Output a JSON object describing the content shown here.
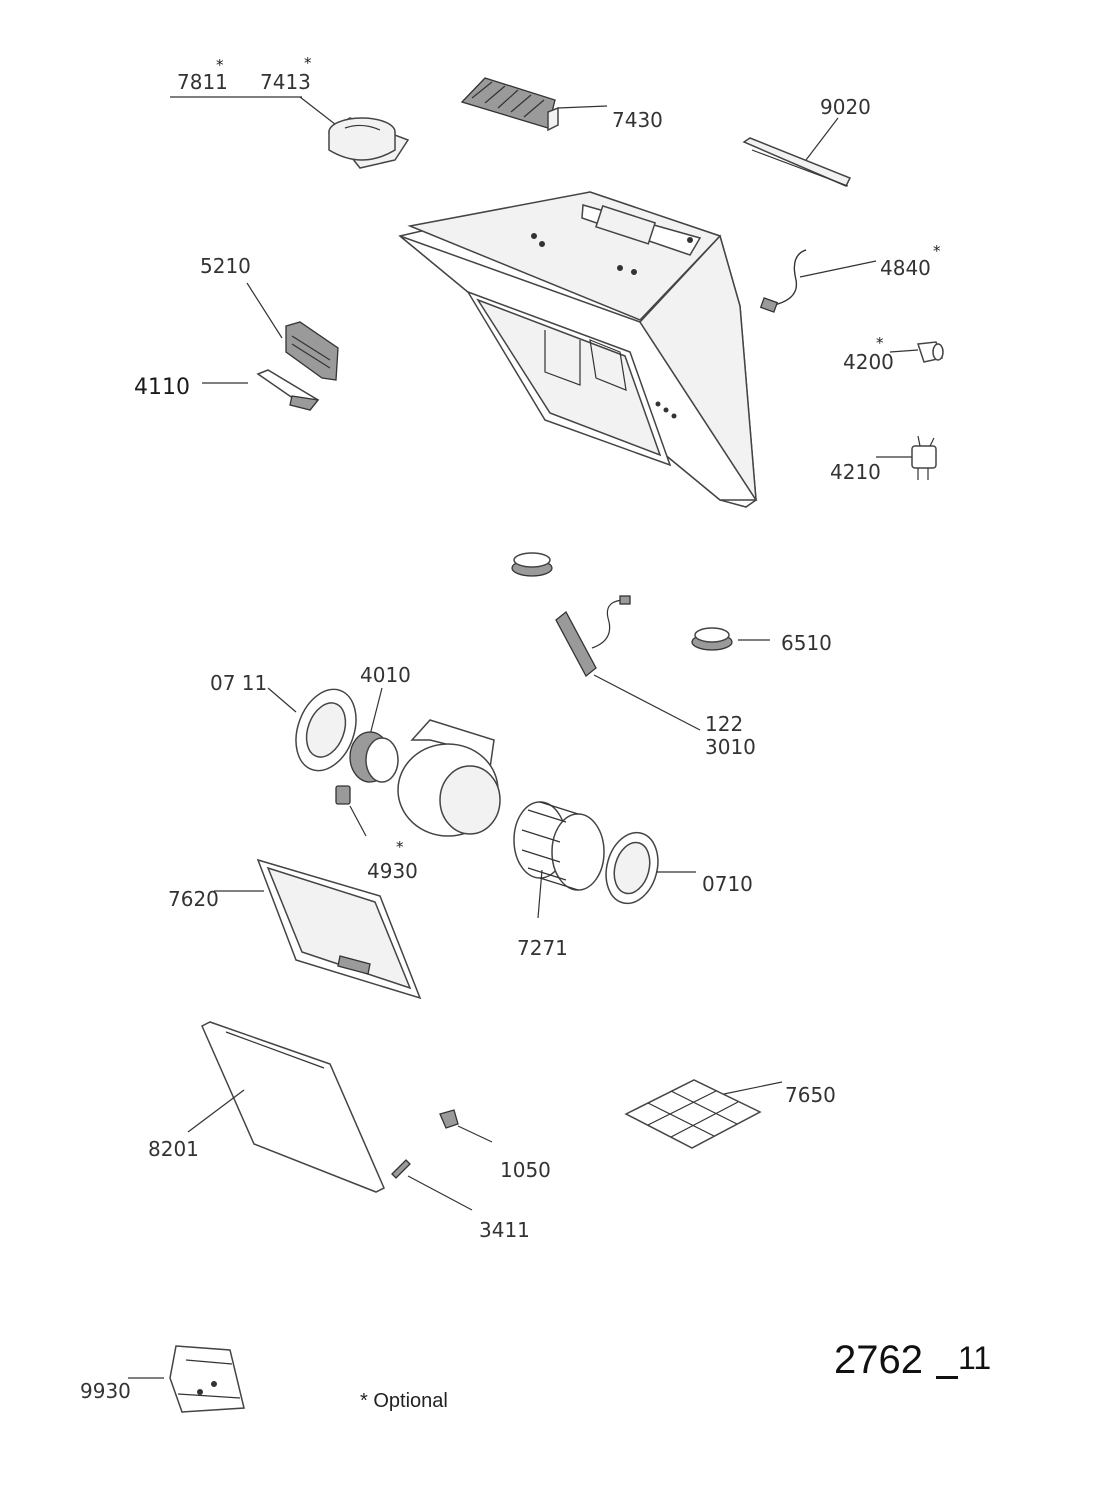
{
  "parts": {
    "p7811": "7811",
    "p7413": "7413",
    "p7430": "7430",
    "p9020": "9020",
    "p5210": "5210",
    "p4840": "4840",
    "p4110": "4110",
    "p4200": "4200",
    "p4210": "4210",
    "p6510": "6510",
    "p0711": "07 11",
    "p4010": "4010",
    "p122": "122",
    "p3010": "3010",
    "p4930": "4930",
    "p0710": "0710",
    "p7620": "7620",
    "p7271": "7271",
    "p7650": "7650",
    "p8201": "8201",
    "p1050": "1050",
    "p3411": "3411",
    "p9930": "9930"
  },
  "optional_marker": "*",
  "footnote": "* Optional",
  "drawing_number": "2762",
  "drawing_suffix": "11"
}
